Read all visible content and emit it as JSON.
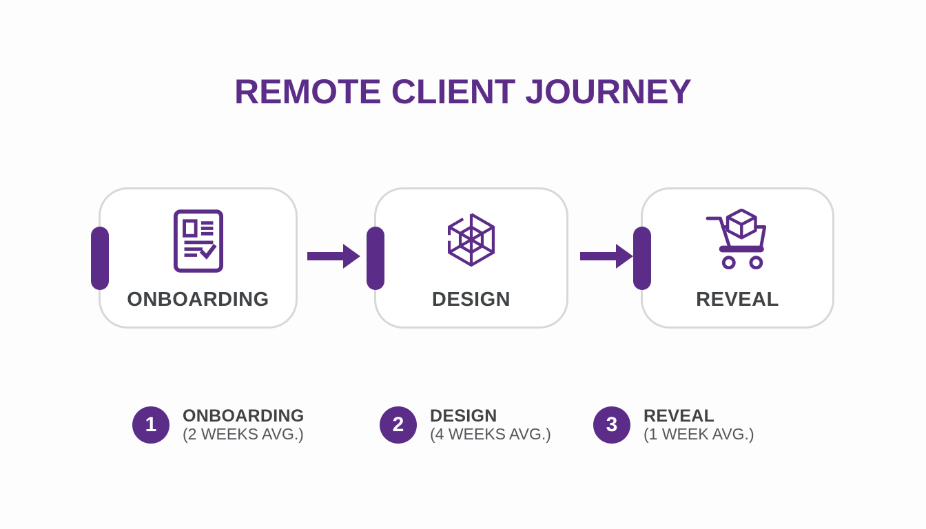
{
  "title": "REMOTE CLIENT JOURNEY",
  "colors": {
    "accent": "#5c2d88",
    "card_border": "#d6d8da",
    "card_bg": "#ffffff",
    "label": "#404345",
    "muted": "#53565a",
    "background": "#fdfdfd"
  },
  "stages": [
    {
      "label": "ONBOARDING",
      "icon": "document-checklist-icon"
    },
    {
      "label": "DESIGN",
      "icon": "wireframe-cube-icon"
    },
    {
      "label": "REVEAL",
      "icon": "shopping-cart-box-icon"
    }
  ],
  "legend": [
    {
      "number": "1",
      "label": "ONBOARDING",
      "duration": "(2 WEEKS AVG.)"
    },
    {
      "number": "2",
      "label": "DESIGN",
      "duration": "(4 WEEKS AVG.)"
    },
    {
      "number": "3",
      "label": "REVEAL",
      "duration": "(1 WEEK AVG.)"
    }
  ]
}
